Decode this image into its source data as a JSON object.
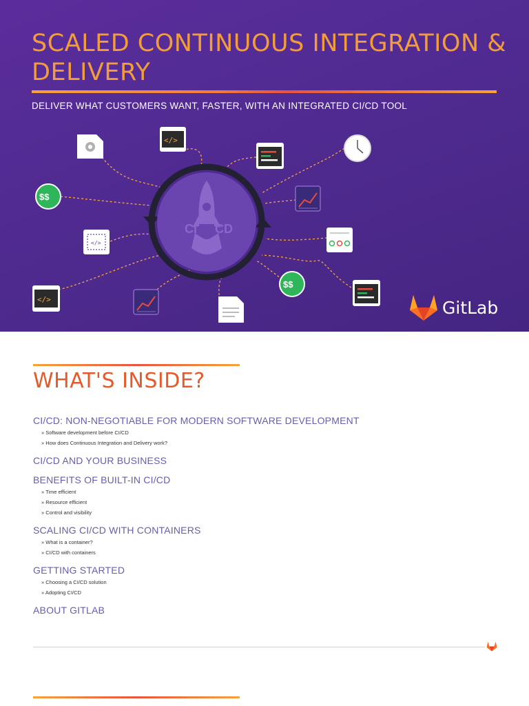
{
  "hero": {
    "title": "SCALED CONTINUOUS INTEGRATION & DELIVERY",
    "subtitle": "DELIVER WHAT CUSTOMERS WANT, FASTER, WITH AN INTEGRATED CI/CD TOOL",
    "cycle_label_left": "CI",
    "cycle_label_right": "CD",
    "code_glyph": "</>",
    "money_glyph": "$$",
    "brand": "GitLab",
    "colors": {
      "background": "#4f2a90",
      "accent": "#f39c3b",
      "rule": "#e8543f",
      "money_badge": "#2fb55a"
    },
    "icons": [
      "gear-document-icon",
      "code-window-icon",
      "terminal-icon",
      "clock-icon",
      "money-badge-icon",
      "chart-icon",
      "code-settings-icon",
      "status-panel-icon",
      "document-icon",
      "rocket-icon",
      "cycle-arrows-icon",
      "gitlab-logo-icon"
    ]
  },
  "toc": {
    "title": "WHAT'S INSIDE?",
    "sections": [
      {
        "heading": "CI/CD: NON-NEGOTIABLE FOR MODERN SOFTWARE DEVELOPMENT",
        "items": [
          "» Software development before CI/CD",
          "» How does Continuous Integration and Delivery work?"
        ]
      },
      {
        "heading": "CI/CD AND YOUR BUSINESS",
        "items": []
      },
      {
        "heading": "BENEFITS OF BUILT-IN CI/CD",
        "items": [
          "» Time efficient",
          "» Resource efficient",
          "» Control and visibility"
        ]
      },
      {
        "heading": "SCALING CI/CD WITH CONTAINERS",
        "items": [
          "» What is a container?",
          "» CI/CD with containers"
        ]
      },
      {
        "heading": "GETTING STARTED",
        "items": [
          "» Choosing a CI/CD solution",
          "» Adopting CI/CD"
        ]
      },
      {
        "heading": "ABOUT GITLAB",
        "items": []
      }
    ]
  },
  "footer": {
    "icon": "gitlab-fox-icon"
  }
}
